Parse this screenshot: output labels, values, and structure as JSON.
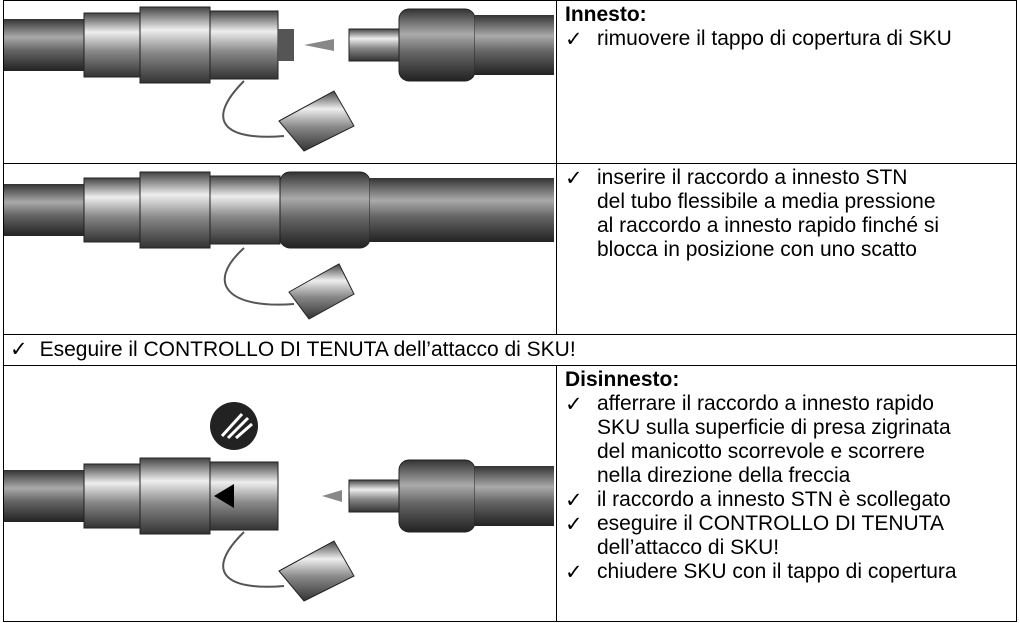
{
  "step1": {
    "heading": "Innesto:",
    "items": [
      "rimuovere il tappo di copertura di SKU"
    ]
  },
  "step2": {
    "items": [
      "inserire il raccordo a innesto STN del tubo flessibile a media pressione al raccordo a innesto rapido finché si blocca in posizione con uno scatto"
    ],
    "lines": [
      "inserire il raccordo a innesto STN",
      "del tubo flessibile a media pressione",
      "al raccordo a innesto rapido finché si",
      "blocca in posizione con uno scatto"
    ]
  },
  "leak_check": "Eseguire il CONTROLLO DI TENUTA dell’attacco di SKU!",
  "step3": {
    "heading": "Disinnesto:",
    "item1_lines": [
      "afferrare il raccordo a innesto rapido",
      "SKU sulla superficie di presa zigrinata",
      "del manicotto scorrevole e scorrere",
      "nella direzione della freccia"
    ],
    "item2": "il raccordo a innesto STN è scollegato",
    "item3_lines": [
      "eseguire il CONTROLLO DI TENUTA",
      "dell’attacco di SKU!"
    ],
    "item4": "chiudere SKU con il tappo di copertura"
  },
  "check_mark": "✓",
  "icons": {
    "hand": "hand-grip-icon",
    "arrow": "arrow-icon"
  }
}
